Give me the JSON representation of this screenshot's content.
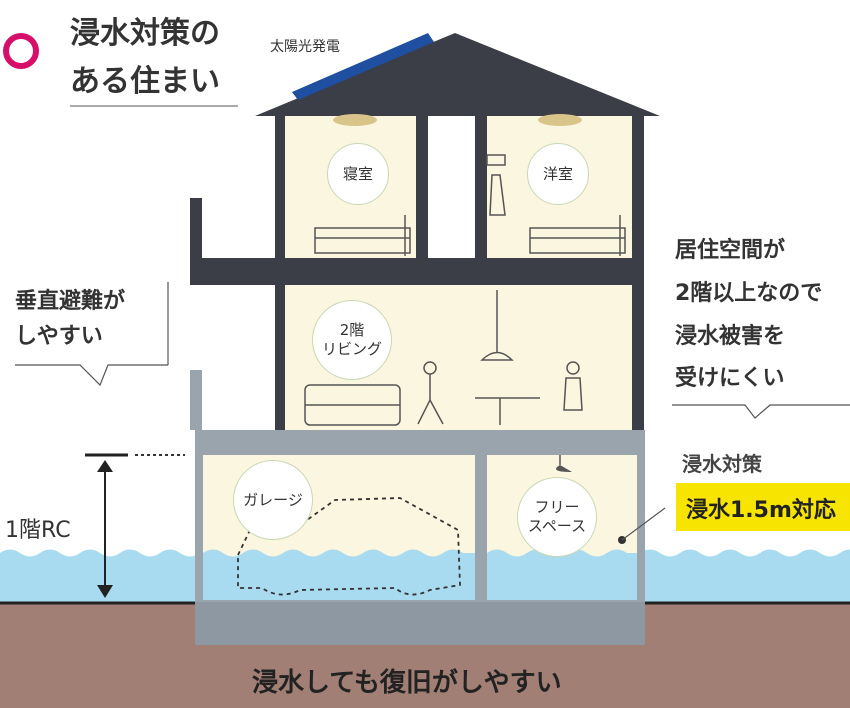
{
  "heading": {
    "line1": "浸水対策の",
    "line2": "ある住まい"
  },
  "solar_label": "太陽光発電",
  "rooms": {
    "bedroom": "寝室",
    "western": "洋室",
    "living": [
      "2階",
      "リビング"
    ],
    "garage": "ガレージ",
    "free_space": [
      "フリー",
      "スペース"
    ]
  },
  "left_callout": {
    "line1": "垂直避難が",
    "line2": "しやすい"
  },
  "right_callout": {
    "line1": "居住空間が",
    "line2": "2階以上なので",
    "line3": "浸水被害を",
    "line4": "受けにくい"
  },
  "flood_label": "浸水対策",
  "flood_highlight": "浸水1.5m対応",
  "floor_label": "1階RC",
  "bottom_caption": "浸水しても復旧がしやすい",
  "colors": {
    "accent": "#d6106a",
    "wall": "#3b3e46",
    "concrete": "#9aa4ad",
    "room": "#fbf6df",
    "water": "#a8daf0",
    "ground": "#a17f75",
    "highlight": "#f7e400",
    "solar": "#1e4fa0"
  }
}
